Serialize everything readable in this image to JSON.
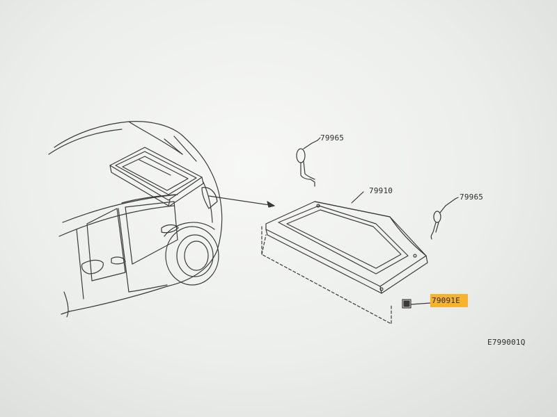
{
  "labels": {
    "bracket_upper": "79965",
    "board": "79910",
    "bracket_right": "79965",
    "clip": "79091E",
    "figure_code": "E799001Q"
  },
  "colors": {
    "line": "#3a3a3a",
    "highlight": "#f7b32b",
    "background": "#eceeeb"
  }
}
